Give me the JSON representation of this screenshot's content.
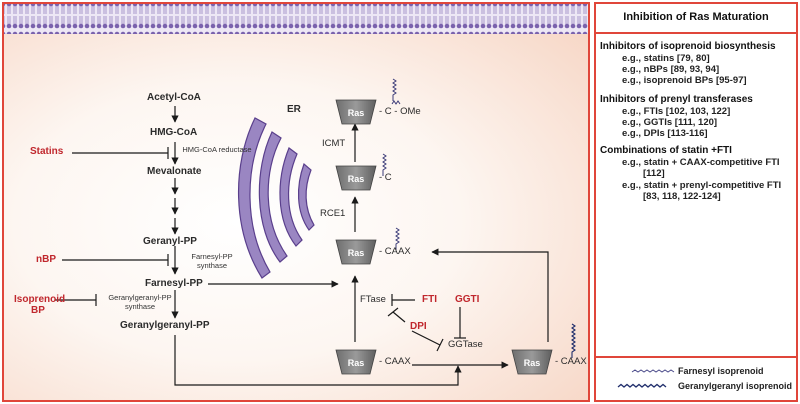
{
  "pathway": {
    "metabolites": [
      "Acetyl-CoA",
      "HMG-CoA",
      "Mevalonate",
      "Geranyl-PP",
      "Farnesyl-PP",
      "Geranylgeranyl-PP"
    ],
    "enzymes": {
      "hmgcoa_reductase": "HMG-CoA reductase",
      "fpp_synthase": "Farnesyl-PP synthase",
      "ggpp_synthase": "Geranylgeranyl-PP synthase"
    },
    "inhibitors": {
      "statins": "Statins",
      "nbp": "nBP",
      "isoprenoid_bp": "Isoprenoid BP",
      "fti": "FTI",
      "ggti": "GGTI",
      "dpi": "DPI"
    },
    "er_label": "ER",
    "ras": {
      "label": "Ras",
      "ome": "- C - OMe",
      "c": "- C",
      "caax": "- CAAX"
    },
    "enzymes_ras": {
      "icmt": "ICMT",
      "rce1": "RCE1",
      "ftase": "FTase",
      "ggtase": "GGTase"
    }
  },
  "sidebar": {
    "title": "Inhibition of Ras Maturation",
    "sections": [
      {
        "heading": "Inhibitors of isoprenoid biosynthesis",
        "items": [
          "e.g., statins [79, 80]",
          "e.g., nBPs [89, 93, 94]",
          "e.g., isoprenoid BPs [95-97]"
        ]
      },
      {
        "heading": "Inhibitors of prenyl transferases",
        "items": [
          "e.g., FTIs [102, 103, 122]",
          "e.g., GGTIs [111, 120]",
          "e.g., DPIs [113-116]"
        ]
      },
      {
        "heading": "Combinations of statin +FTI",
        "items": [
          "e.g., statin + CAAX-competitive FTI",
          "[112]",
          "e.g., statin + prenyl-competitive FTI",
          "[83, 118, 122-124]"
        ]
      }
    ],
    "legend": [
      {
        "label": "Farnesyl isoprenoid",
        "color": "#4a4a8a"
      },
      {
        "label": "Geranylgeranyl isoprenoid",
        "color": "#1f2d6b"
      }
    ]
  },
  "colors": {
    "border": "#e0463a",
    "inhibitor_text": "#c0272d",
    "membrane": "#6c4f9e",
    "er_fill": "#9a86c2"
  }
}
